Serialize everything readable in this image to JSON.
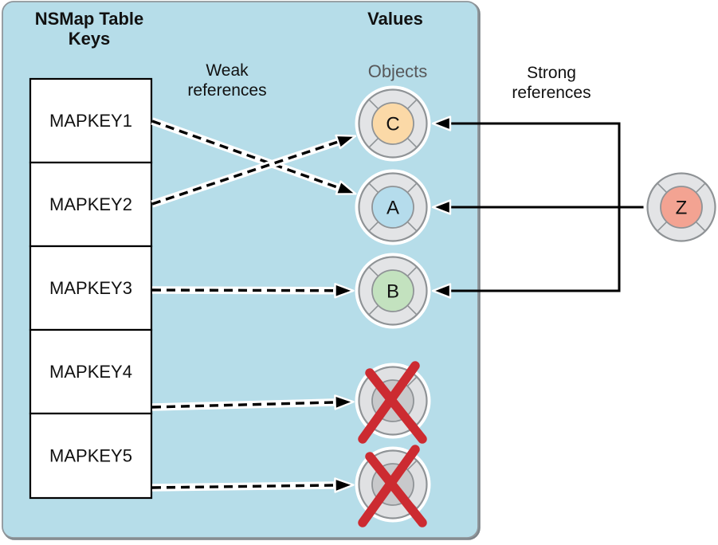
{
  "diagram": {
    "left_title_line1": "NSMap Table",
    "left_title_line2": "Keys",
    "right_title": "Values",
    "objects_label": "Objects",
    "weak_label_line1": "Weak",
    "weak_label_line2": "references",
    "strong_label_line1": "Strong",
    "strong_label_line2": "references"
  },
  "keys": [
    "MAPKEY1",
    "MAPKEY2",
    "MAPKEY3",
    "MAPKEY4",
    "MAPKEY5"
  ],
  "value_objects": [
    {
      "letter": "C",
      "fill": "#fbd9a7",
      "crossed": false
    },
    {
      "letter": "A",
      "fill": "#b5dcec",
      "crossed": false
    },
    {
      "letter": "B",
      "fill": "#c3e2bf",
      "crossed": false
    },
    {
      "letter": "",
      "fill": "#c8c9cb",
      "crossed": true
    },
    {
      "letter": "",
      "fill": "#c8c9cb",
      "crossed": true
    }
  ],
  "external_object": {
    "letter": "Z",
    "fill": "#f3a392",
    "crossed": false
  },
  "weak_references": [
    {
      "from": "MAPKEY1",
      "to": "A"
    },
    {
      "from": "MAPKEY2",
      "to": "C"
    },
    {
      "from": "MAPKEY3",
      "to": "B"
    },
    {
      "from": "MAPKEY4",
      "to": "deallocated-object-1"
    },
    {
      "from": "MAPKEY5",
      "to": "deallocated-object-2"
    }
  ],
  "strong_references": [
    {
      "from": "Z",
      "to": "C"
    },
    {
      "from": "Z",
      "to": "A"
    },
    {
      "from": "Z",
      "to": "B"
    }
  ],
  "colors": {
    "panel_bg": "#b6dde9",
    "panel_border": "#8f969b",
    "panel_shadow": "#7d8489",
    "ring_fill": "#e3e4e6",
    "crossed_ring_fill": "#e0e1e3",
    "ring_stroke": "#8f9396",
    "x_mark": "#cc2b31",
    "line": "#000000",
    "casing": "#ffffff",
    "box_fill": "#ffffff",
    "box_stroke": "#000000",
    "text": "#111111",
    "objects_label_text": "#57585a"
  }
}
